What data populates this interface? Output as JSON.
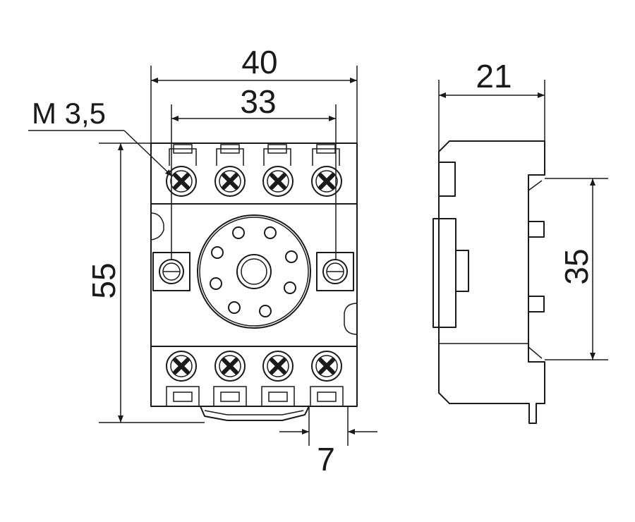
{
  "drawing": {
    "line_color": "#1a1a1a",
    "background": "#ffffff"
  },
  "dimensions": {
    "overall_width": "40",
    "screw_spacing": "33",
    "screw_thread": "M 3,5",
    "height": "55",
    "terminal_pitch": "7",
    "depth": "21",
    "rail_width": "35"
  }
}
